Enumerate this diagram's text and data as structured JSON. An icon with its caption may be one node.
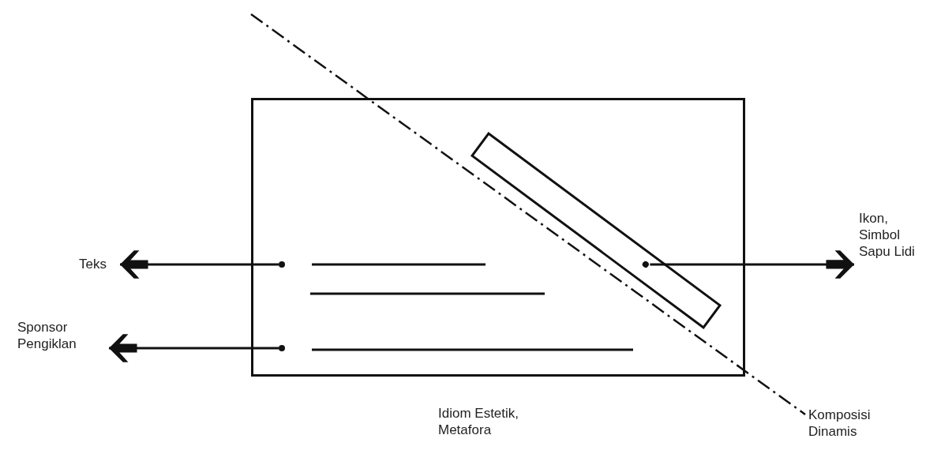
{
  "diagram": {
    "nodes": [
      {
        "text": [],
        "shape": "box"
      },
      {
        "text": [],
        "shape": "box",
        "in": 0
      },
      {
        "text": [],
        "shape": "circle",
        "in": 0
      },
      {
        "text": [],
        "shape": "circle",
        "in": 0
      },
      {
        "text": [],
        "shape": "circle",
        "in": 1
      },
      {
        "text": [
          "Teks"
        ]
      },
      {
        "text": [
          "Sponsor Pengiklan"
        ]
      },
      {
        "text": [
          "Ikon, Simbol Sapu Lidi"
        ]
      },
      {
        "text": [
          "Komposisi Dinamis"
        ]
      }
    ],
    "edges": [
      {
        "from": 2,
        "to": 5,
        "arrow": "to"
      },
      {
        "from": 3,
        "to": 6,
        "arrow": "to"
      },
      {
        "from": 4,
        "to": 7,
        "arrow": "to"
      },
      {
        "from": null,
        "to": 8,
        "arrow": "none",
        "style": "dashed"
      }
    ],
    "labels": [
      "Idiom Estetik, Metafora"
    ]
  }
}
